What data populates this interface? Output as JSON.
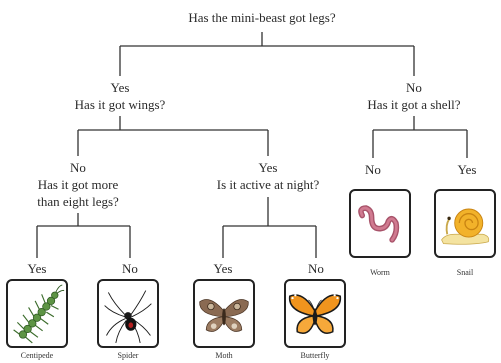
{
  "root": {
    "question": "Has the mini-beast got legs?"
  },
  "legs_yes": {
    "answer": "Yes",
    "question": "Has it got wings?"
  },
  "legs_no": {
    "answer": "No",
    "question": "Has it got a shell?"
  },
  "wings_no": {
    "answer": "No",
    "question_line1": "Has it got more",
    "question_line2": "than eight legs?"
  },
  "wings_yes": {
    "answer": "Yes",
    "question": "Is it active at night?"
  },
  "shell_no": {
    "answer": "No"
  },
  "shell_yes": {
    "answer": "Yes"
  },
  "eight_yes": {
    "answer": "Yes"
  },
  "eight_no": {
    "answer": "No"
  },
  "night_yes": {
    "answer": "Yes"
  },
  "night_no": {
    "answer": "No"
  },
  "animals": {
    "centipede": {
      "icon": "centipede-icon",
      "label": "Centipede"
    },
    "spider": {
      "icon": "spider-icon",
      "label": "Spider"
    },
    "moth": {
      "icon": "moth-icon",
      "label": "Moth"
    },
    "butterfly": {
      "icon": "butterfly-icon",
      "label": "Butterfly"
    },
    "worm": {
      "icon": "worm-icon",
      "label": "Worm"
    },
    "snail": {
      "icon": "snail-icon",
      "label": "Snail"
    }
  },
  "colors": {
    "line": "#333333",
    "card_border": "#222222"
  }
}
